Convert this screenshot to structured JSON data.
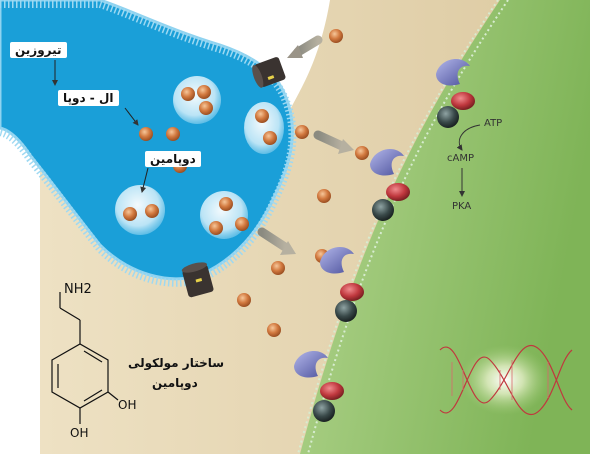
{
  "labels": {
    "tyrosine": "تیروزین",
    "l_dopa": "ال - دوپا",
    "dopamine": "دوپامین",
    "structure_title": "ساختار مولکولی",
    "structure_subtitle": "دوپامین"
  },
  "pathway": {
    "atp": "ATP",
    "camp": "cAMP",
    "pka": "PKA"
  },
  "molecule": {
    "amine": "NH2",
    "hydroxyl_top": "OH",
    "hydroxyl_bottom": "OH"
  },
  "colors": {
    "presynaptic": "#1a9fd8",
    "cleft": "#e8d9b8",
    "postsynaptic": "#8fbf6a",
    "dopamine_molecule": "#d2793f",
    "receptor_purple": "#6a6fb8",
    "receptor_red": "#c0383e",
    "receptor_dark": "#3a4a4a",
    "transporter": "#3a3330",
    "dna": "#c0383e"
  },
  "icons": [
    "arrow-icon",
    "transporter-icon",
    "receptor-icon",
    "dna-icon",
    "molecule-icon"
  ]
}
